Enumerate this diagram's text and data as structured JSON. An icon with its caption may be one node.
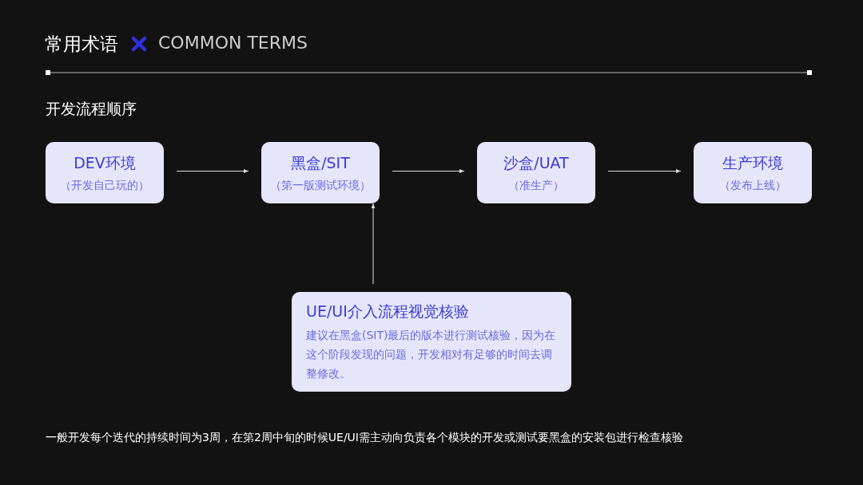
{
  "diagram": {
    "title": "常用术语",
    "nodes": [
      {
        "text": [
          "DEV环境",
          "（开发自己玩的）"
        ]
      },
      {
        "text": [
          "黑盒/SIT",
          "（第一版测试环境）"
        ]
      },
      {
        "text": [
          "沙盒/UAT",
          "（准生产）"
        ]
      },
      {
        "text": [
          "生产环境",
          "（发布上线）"
        ]
      },
      {
        "text": [
          "UE/UI介入流程视觉核验",
          "建议在黑盒(SIT)最后的版本进行测试核验，因为在这个阶段发现的问题，开发相对有足够的时间去调整修改。"
        ]
      }
    ],
    "edges": [
      {
        "from": 0,
        "to": 1,
        "arrow": "to"
      },
      {
        "from": 1,
        "to": 2,
        "arrow": "to"
      },
      {
        "from": 2,
        "to": 3,
        "arrow": "to"
      },
      {
        "from": 4,
        "to": 1,
        "arrow": "to"
      }
    ],
    "labels": [
      "COMMON TERMS",
      "开发流程顺序",
      "一般开发每个迭代的持续时间为3周，在第2周中旬的时候UE/UI需主动向负责各个模块的开发或测试要黑盒的安装包进行检查核验"
    ]
  }
}
